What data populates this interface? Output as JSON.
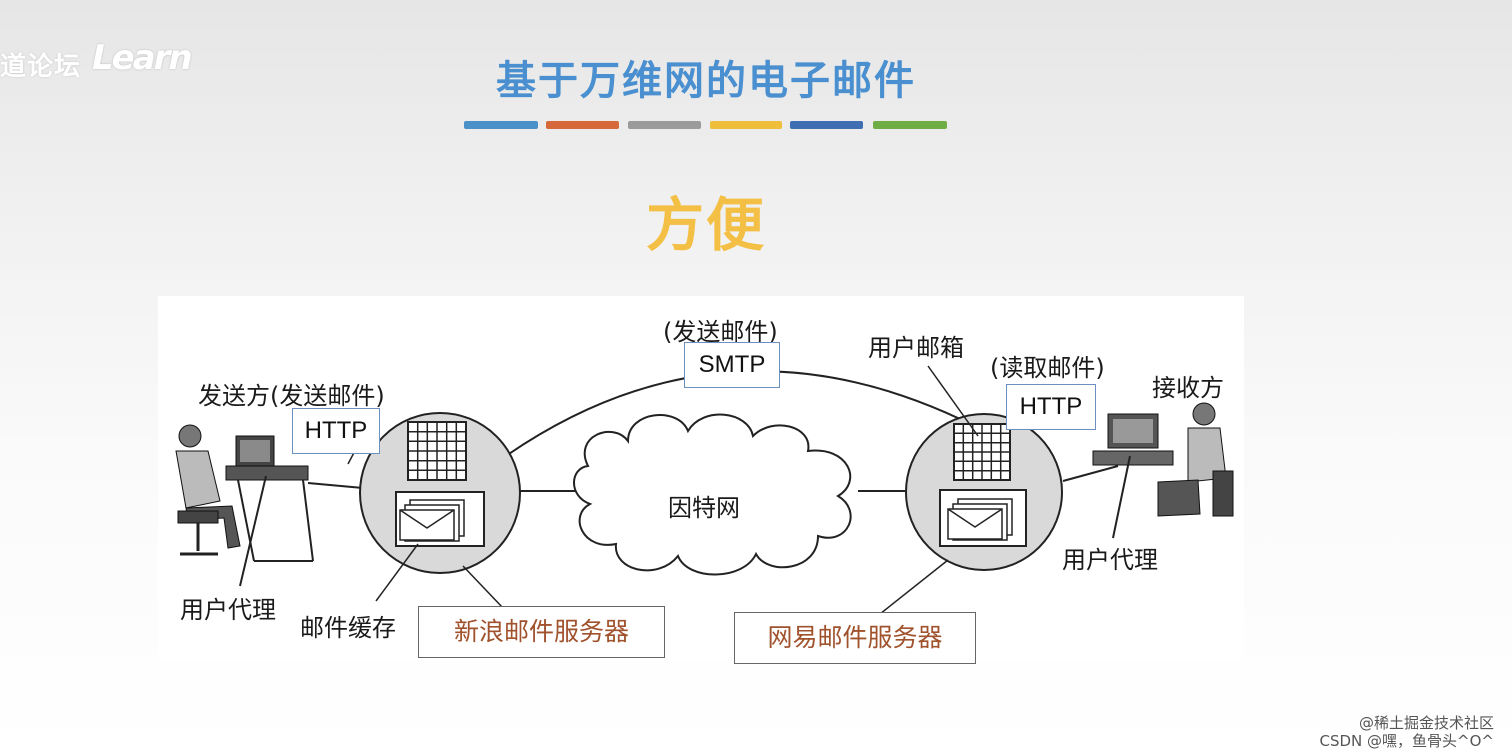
{
  "watermark": {
    "text": "道论坛",
    "logo": "Learn"
  },
  "slide": {
    "title": "基于万维网的电子邮件",
    "subtitle": "方便",
    "bar_colors": [
      "#4a90c9",
      "#d6683a",
      "#9b9b9b",
      "#efbf3b",
      "#3f6eb3",
      "#6fae44"
    ]
  },
  "diagram": {
    "sender": "发送方(发送邮件)",
    "sender_agent": "用户代理",
    "sender_protocol": "HTTP",
    "mail_cache": "邮件缓存",
    "sender_server": "新浪邮件服务器",
    "send_note": "(发送邮件)",
    "smtp": "SMTP",
    "internet": "因特网",
    "mailbox": "用户邮箱",
    "read_note": "(读取邮件)",
    "receiver_protocol": "HTTP",
    "receiver": "接收方",
    "receiver_agent": "用户代理",
    "receiver_server": "网易邮件服务器"
  },
  "footer": {
    "line1": "@稀土掘金技术社区",
    "line2": "CSDN @嘿，鱼骨头^O^"
  }
}
